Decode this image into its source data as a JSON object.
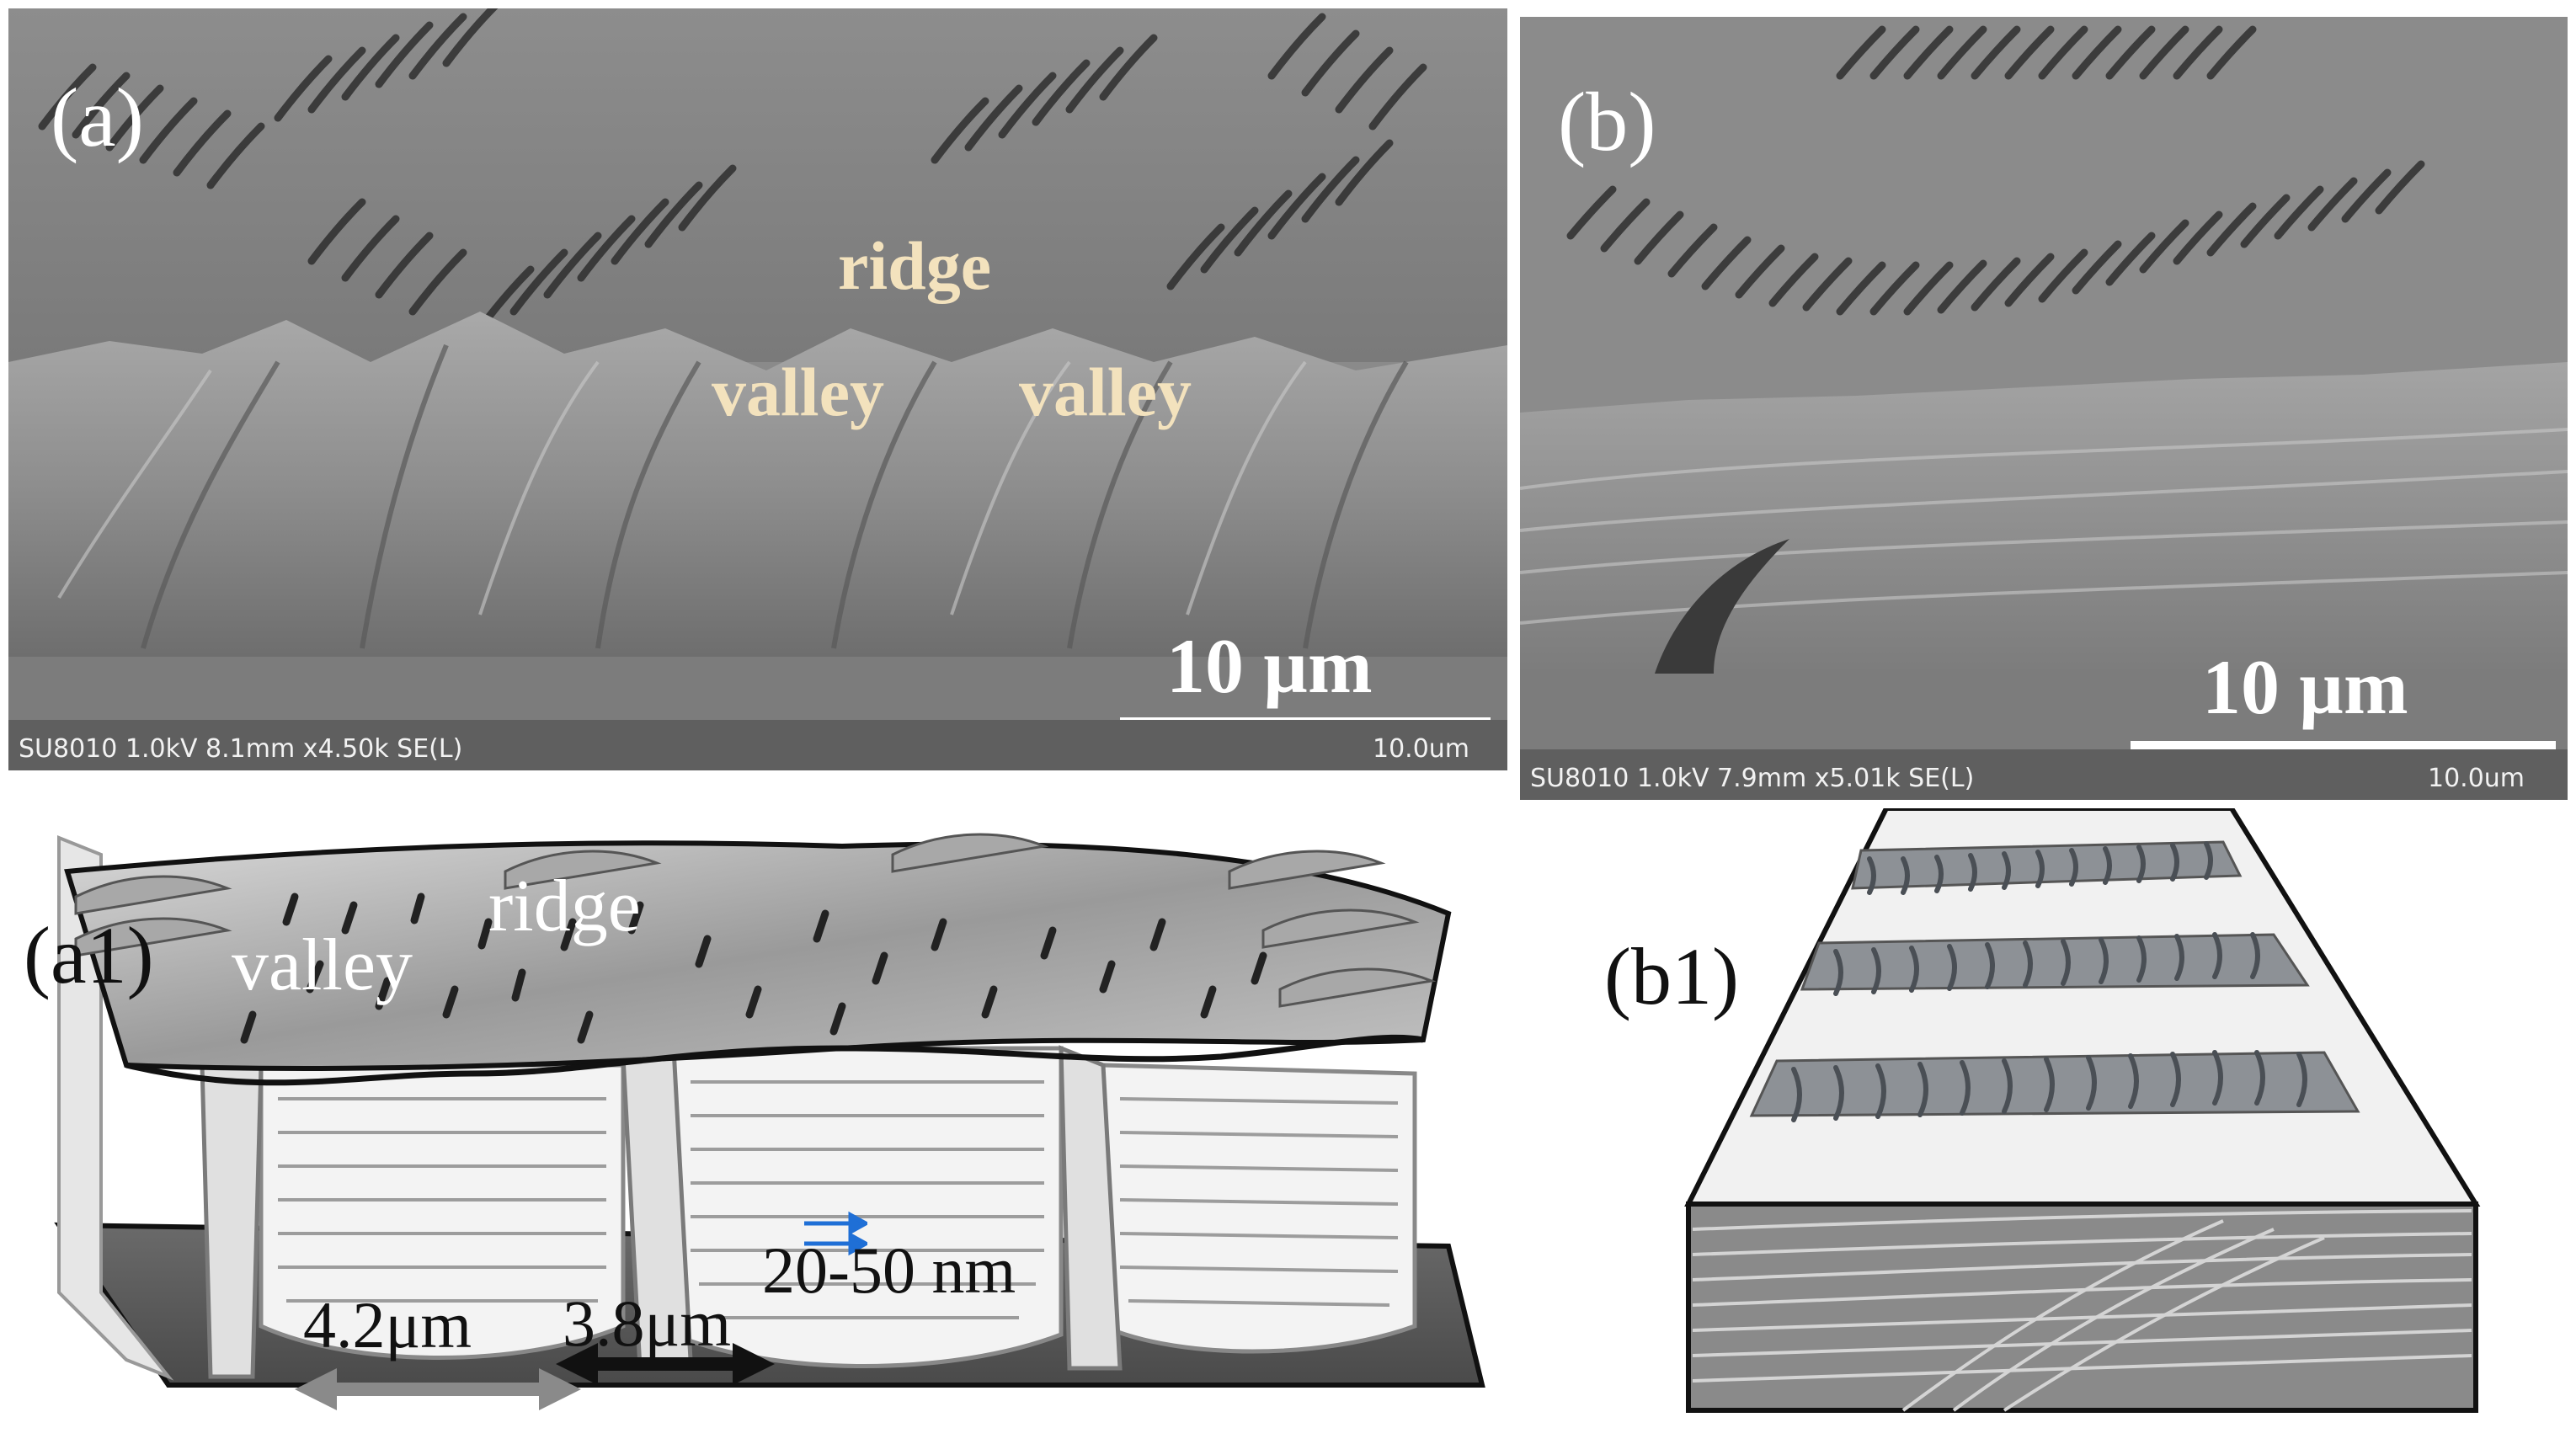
{
  "figure": {
    "panel_a": {
      "label": "(a)",
      "annotations": {
        "ridge": "ridge",
        "valley_left": "valley",
        "valley_right": "valley"
      },
      "scale_bar": "10 µm",
      "info_bar": {
        "instrument": "SU8010 1.0kV 8.1mm x4.50k SE(L)",
        "scale": "10.0um"
      }
    },
    "panel_b": {
      "label": "(b)",
      "scale_bar": "10 µm",
      "info_bar": {
        "instrument": "SU8010 1.0kV 7.9mm x5.01k SE(L)",
        "scale": "10.0um"
      }
    },
    "panel_a1": {
      "label": "(a1)",
      "annotations": {
        "ridge": "ridge",
        "valley": "valley",
        "layer_spacing": "20-50 nm",
        "width_gray": "4.2μm",
        "width_black": "3.8μm"
      },
      "colors": {
        "spacing_arrow": "#1f6fd6",
        "gray_arrow": "#8a8a8a",
        "black_arrow": "#111111"
      }
    },
    "panel_b1": {
      "label": "(b1)"
    }
  }
}
